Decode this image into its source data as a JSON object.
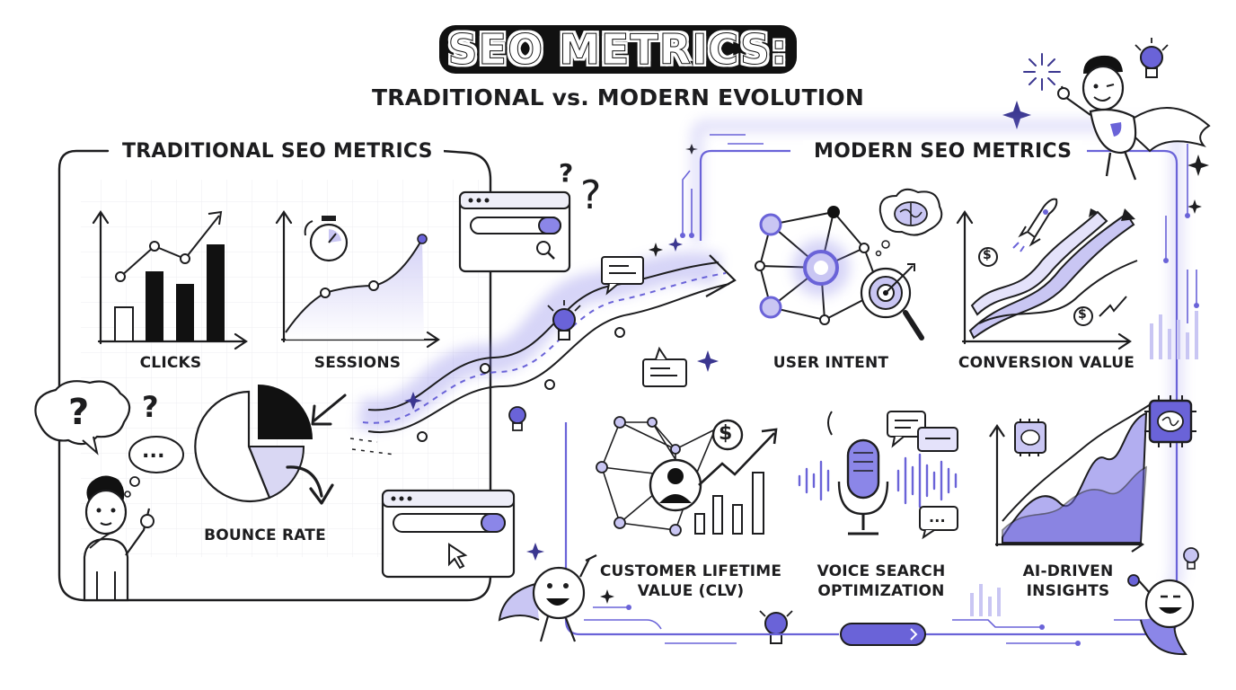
{
  "header": {
    "title": "SEO METRICS:",
    "subtitle": "TRADITIONAL vs. MODERN EVOLUTION"
  },
  "traditional": {
    "heading": "TRADITIONAL SEO METRICS",
    "metrics": [
      "CLICKS",
      "SESSIONS",
      "BOUNCE RATE"
    ]
  },
  "modern": {
    "heading": "MODERN SEO METRICS",
    "metrics": {
      "user_intent": "USER INTENT",
      "conversion_value": "CONVERSION VALUE",
      "clv_line1": "CUSTOMER LIFETIME",
      "clv_line2": "VALUE (CLV)",
      "voice_line1": "VOICE SEARCH",
      "voice_line2": "OPTIMIZATION",
      "ai_line1": "AI-DRIVEN",
      "ai_line2": "INSIGHTS"
    }
  },
  "glyphs": {
    "question": "?",
    "dollar": "$",
    "ellipsis": "..."
  },
  "colors": {
    "accent": "#6a63d8",
    "accent_light": "#c9c6f3",
    "ink": "#1d1d1f"
  }
}
